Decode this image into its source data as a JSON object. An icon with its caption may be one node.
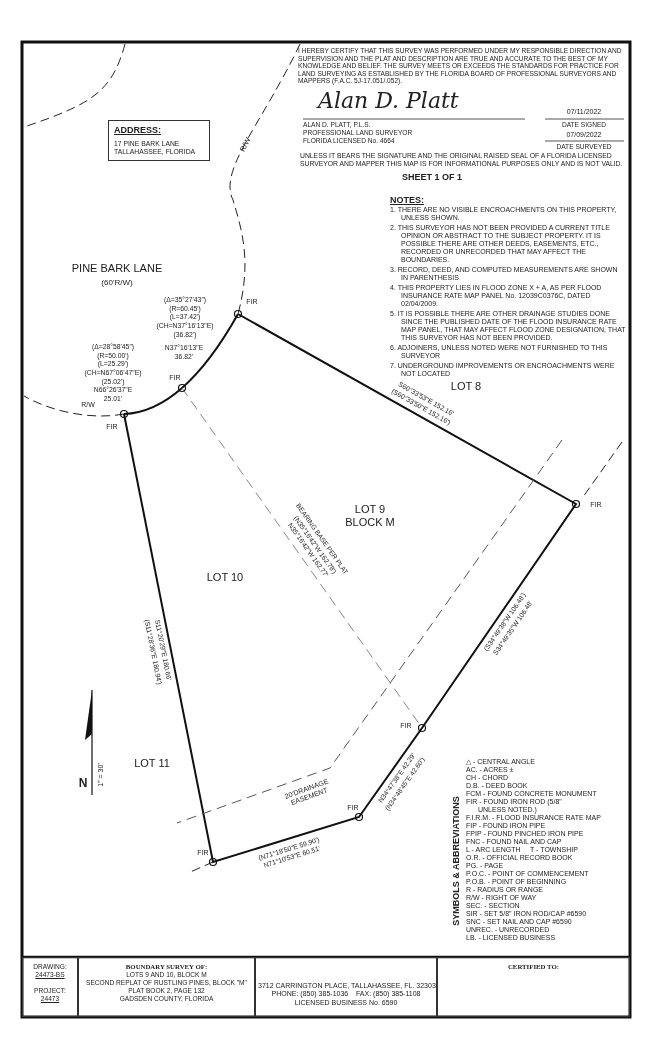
{
  "diagram": {
    "nodes": [
      {
        "text": [
          "ADDRESS:",
          "17 PINE BARK LANE TALLAHASSEE, FLORIDA"
        ]
      },
      {
        "text": [
          "DRAWING:",
          "24473-BS",
          "PROJECT:",
          "24473"
        ]
      },
      {
        "text": [
          "BOUNDARY SURVEY OF:",
          "LOTS 9 AND 10, BLOCK M",
          "SECOND REPLAT OF RUSTLING PINES, BLOCK \"M\"",
          "PLAT BOOK 2, PAGE 132",
          "GADSDEN COUNTY, FLORIDA"
        ]
      },
      {
        "text": [
          "3712 CARRINGTON PLACE, TALLAHASSEE, FL. 32303",
          "PHONE: (850) 385-1036    FAX: (850) 385-1108",
          "LICENSED BUSINESS No. 6590"
        ]
      },
      {
        "text": [
          "CERTIFIED TO:"
        ]
      }
    ],
    "labels": [
      "I HEREBY CERTIFY THAT THIS SURVEY WAS PERFORMED UNDER MY RESPONSIBLE DIRECTION AND SUPERVISION AND THE PLAT AND DESCRIPTION ARE TRUE AND ACCURATE TO THE BEST OF MY KNOWLEDGE AND BELIEF. THE SURVEY MEETS OR EXCEEDS THE STANDARDS FOR PRACTICE FOR LAND SURVEYING AS ESTABLISHED BY THE FLORIDA BOARD OF PROFESSIONAL SURVEYORS AND MAPPERS (F.A.C. 5J-17.051/.052).",
      "Alan D. Platt",
      "ALAN D. PLATT, P.L.S.",
      "PROFESSIONAL LAND SURVEYOR",
      "FLORIDA LICENSED No. 4664",
      "07/11/2022",
      "DATE SIGNED",
      "07/09/2022",
      "DATE SURVEYED",
      "UNLESS IT BEARS THE SIGNATURE AND THE ORIGINAL RAISED SEAL OF A FLORIDA LICENSED SURVEYOR AND MAPPER THIS MAP IS FOR INFORMATIONAL PURPOSES ONLY AND IS NOT VALID.",
      "SHEET 1 OF 1",
      "NOTES:",
      "1. THERE ARE NO VISIBLE ENCROACHMENTS ON THIS PROPERTY, UNLESS SHOWN.",
      "2. THIS SURVEYOR HAS NOT BEEN PROVIDED A CURRENT TITLE OPINION OR ABSTRACT TO THE SUBJECT PROPERTY. IT IS POSSIBLE THERE ARE OTHER DEEDS, EASEMENTS, ETC., RECORDED OR UNRECORDED THAT MAY AFFECT THE BOUNDARIES.",
      "3. RECORD, DEED, AND COMPUTED MEASUREMENTS ARE SHOWN IN PARENTHESIS",
      "4. THIS PROPERTY LIES IN FLOOD ZONE X + A, AS PER FLOOD INSURANCE RATE MAP PANEL No. 12039C0376C, DATED 02/04/2009.",
      "5. IT IS POSSIBLE THERE ARE OTHER DRAINAGE STUDIES DONE SINCE THE PUBLISHED DATE OF THE FLOOD INSURANCE RATE MAP PANEL, THAT MAY AFFECT FLOOD ZONE DESIGNATION, THAT THIS SURVEYOR HAS NOT BEEN PROVIDED.",
      "6. ADJOINERS, UNLESS NOTED WERE NOT FURNISHED TO THIS SURVEYOR",
      "7. UNDERGROUND IMPROVEMENTS OR ENCROACHMENTS WERE NOT LOCATED",
      "R/W",
      "PINE BARK LANE",
      "(60'R/W)",
      "(Δ=35°27'43\")",
      "(R=60.45')",
      "(L=37.42')",
      "(CH=N37°16'13\"E)",
      "(36.82')",
      "FIR",
      "(Δ=28°58'45\")",
      "(R=50.00')",
      "(L=25.29')",
      "(CH=N67°06'47\"E)",
      "(25.02')",
      "N66°26'37\"E",
      "25.01'",
      "N37°16'13\"E",
      "36.82'",
      "FIR",
      "LOT 8",
      "S60°33'53\"E 152.16'",
      "(S60°33'50\"E 152.16')",
      "R/W",
      "FIR",
      "FIR",
      "LOT 9",
      "BLOCK M",
      "BEARING BASE PER PLAT",
      "(N35°16'42\"W 162.78')",
      "N35°16'42\"W 162.77'",
      "LOT 10",
      "S11°20'29\"E 180.66'",
      "(S11°28'36\"E 180.94')",
      "(S34°49'38\"W 106.48')",
      "S34°49'35\"W 106.48'",
      "N",
      "1\" = 30'",
      "LOT 11",
      "FIR",
      "N34°47'38\"E 42.29'",
      "(N34°48'45\"E 42.60')",
      "20'DRAINAGE EASEMENT",
      "FIR",
      "FIR",
      "(N71°18'50\"E 59.90')",
      "N71°10'53\"E 60.51'",
      "SYMBOLS & ABBREVIATIONS",
      "△ - CENTRAL ANGLE",
      "AC. - ACRES ±",
      "CH - CHORD",
      "D.B. - DEED BOOK",
      "FCM - FOUND CONCRETE MONUMENT",
      "FIR - FOUND IRON ROD (5/8\" UNLESS NOTED.)",
      "F.I.R.M. - FLOOD INSURANCE RATE MAP",
      "FIP - FOUND IRON PIPE",
      "FPIP - FOUND PINCHED IRON PIPE",
      "FNC - FOUND NAIL AND CAP",
      "L - ARC LENGTH",
      "T - TOWNSHIP",
      "O.R. - OFFICIAL RECORD BOOK",
      "PG. - PAGE",
      "P.O.C. - POINT OF COMMENCEMENT",
      "P.O.B. - POINT OF BEGINNING",
      "R - RADIUS OR RANGE",
      "R/W - RIGHT OF WAY",
      "SEC. - SECTION",
      "SIR - SET 5/8\" IRON ROD/CAP #6590",
      "SNC - SET NAIL AND CAP #6590",
      "UNREC. - UNRECORDED",
      "LB. - LICENSED BUSINESS"
    ]
  }
}
